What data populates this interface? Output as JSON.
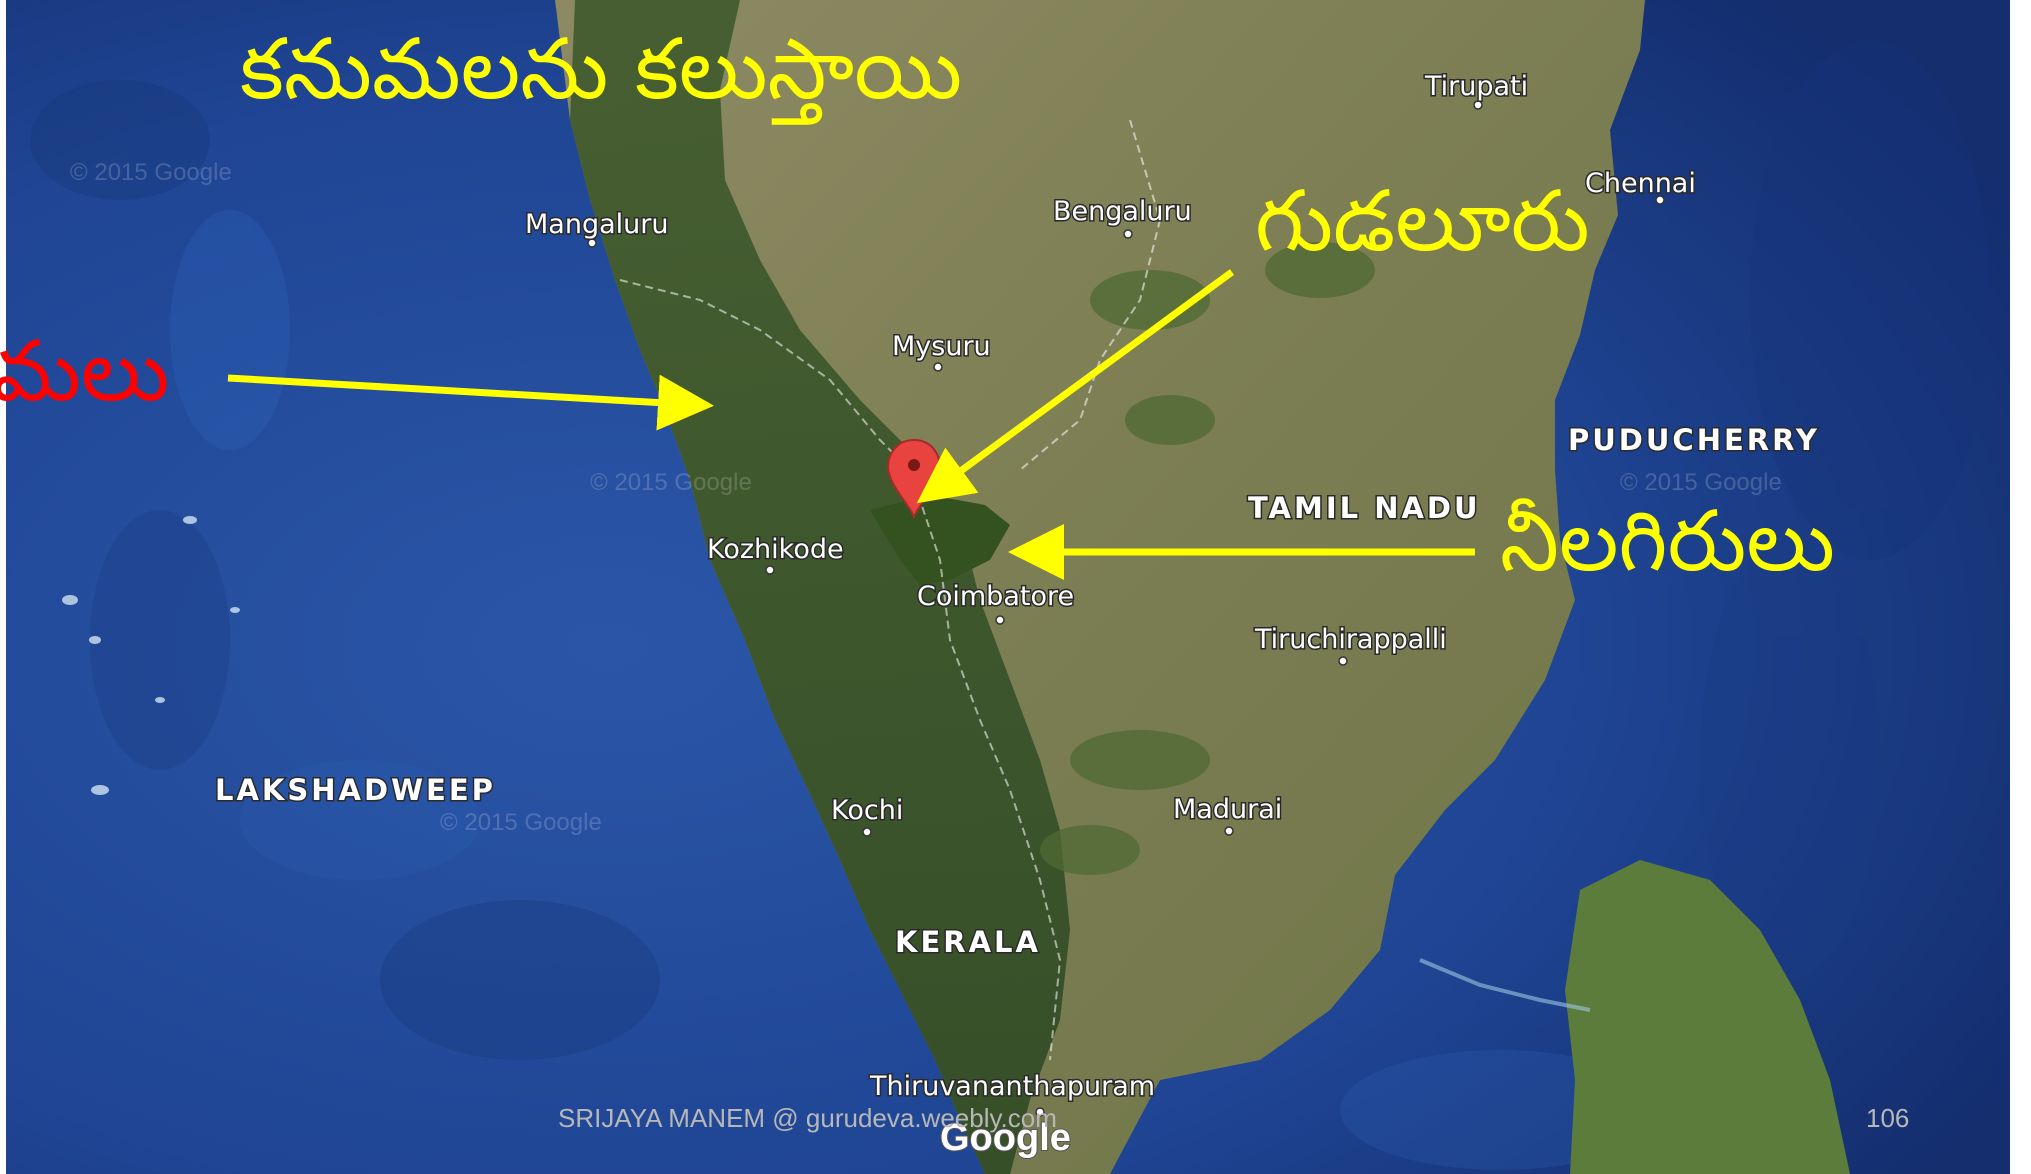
{
  "slide": {
    "title": "కనుమలను కలుస్తాయి",
    "footer_text": "SRIJAYA MANEM @ gurudeva.weebly.com",
    "slide_number": "106"
  },
  "map": {
    "cities": {
      "tirupati": "Tirupati",
      "chennai": "Chennai",
      "mangaluru": "Mangaluru",
      "bengaluru": "Bengaluru",
      "mysuru": "Mysuru",
      "kozhikode": "Kozhikode",
      "coimbatore": "Coimbatore",
      "tiruchirappalli": "Tiruchirappalli",
      "kochi": "Kochi",
      "madurai": "Madurai",
      "thiruvananthapuram": "Thiruvananthapuram"
    },
    "regions": {
      "puducherry": "PUDUCHERRY",
      "tamil_nadu": "TAMIL NADU",
      "lakshadweep": "LAKSHADWEEP",
      "kerala": "KERALA"
    },
    "provider_logo": "Google",
    "watermarks": [
      "© 2015 Google",
      "© 2015 Google",
      "© 2015 Google",
      "© 2015 Google"
    ]
  },
  "annotations": {
    "gudalur": "గుడలూరు",
    "nilgiris": "నీలగిరులు",
    "ghats": "మలు"
  },
  "colors": {
    "annotation_yellow": "#ffff00",
    "annotation_red": "#ff0000",
    "ocean": "#1e3f8f",
    "marker": "#e8433f"
  },
  "icons": {
    "marker": "map-pin-icon"
  }
}
